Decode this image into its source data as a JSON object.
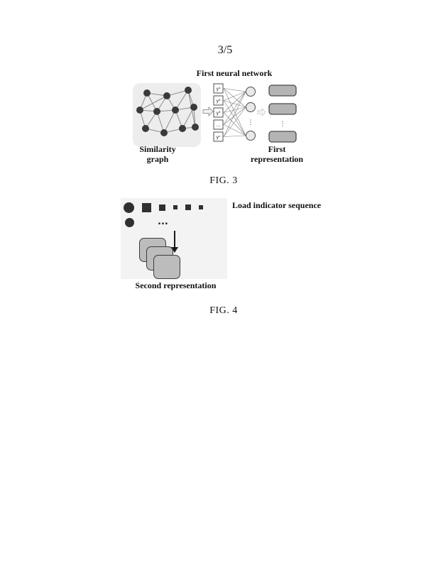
{
  "page": {
    "number": "3/5"
  },
  "fig3": {
    "title": "First neural network",
    "left_label": "Similarity graph",
    "right_label": "First representation",
    "caption": "FIG. 3",
    "vectors": [
      "y¹",
      "y²",
      "y³",
      "...",
      "yⁿ"
    ],
    "vdots": "⋮"
  },
  "fig4": {
    "label": "Load indicator sequence",
    "ellipsis": "...",
    "bottom_label": "Second representation",
    "caption": "FIG. 4"
  }
}
